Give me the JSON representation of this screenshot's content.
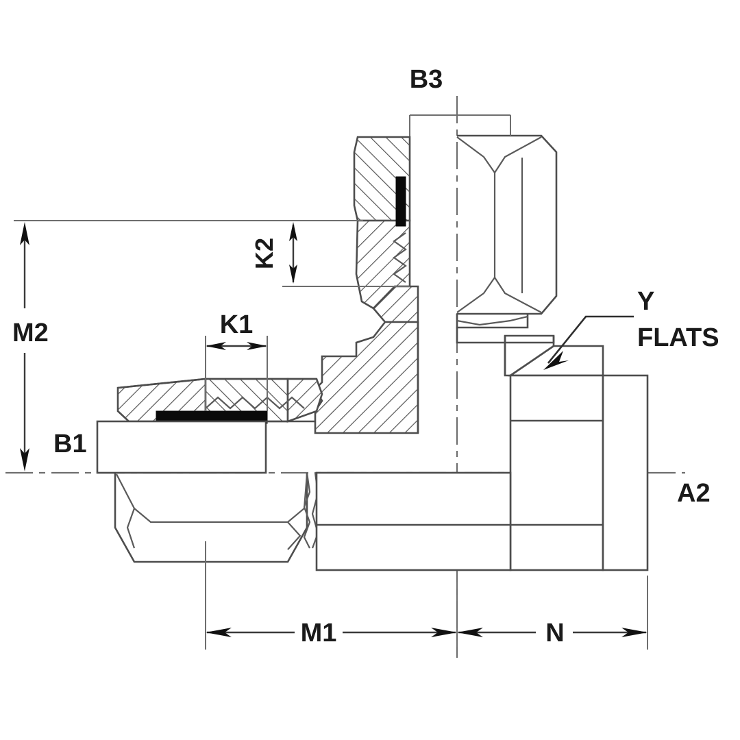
{
  "drawing": {
    "title": "Hydraulic 90-degree elbow adapter fitting cross-section dimension drawing",
    "background_color": "#ffffff",
    "line_color": "#4d4d4d",
    "text_color": "#1a1a1a",
    "dimension_labels": [
      {
        "id": "B3",
        "text": "B3",
        "orientation": "horizontal",
        "description": "top vertical branch port width callout"
      },
      {
        "id": "K2",
        "text": "K2",
        "orientation": "vertical-rotated",
        "description": "vertical branch nut shoulder height"
      },
      {
        "id": "M2",
        "text": "M2",
        "orientation": "horizontal",
        "description": "overall height from centerline to top of vertical nut"
      },
      {
        "id": "K1",
        "text": "K1",
        "orientation": "horizontal",
        "description": "horizontal nut thread engagement length"
      },
      {
        "id": "B1",
        "text": "B1",
        "orientation": "horizontal",
        "description": "left side port body width callout"
      },
      {
        "id": "Y",
        "text": "Y",
        "orientation": "horizontal",
        "description": "wrench flats callout line 1"
      },
      {
        "id": "FLATS",
        "text": "FLATS",
        "orientation": "horizontal",
        "description": "wrench flats callout line 2"
      },
      {
        "id": "A2",
        "text": "A2",
        "orientation": "horizontal",
        "description": "right side port thread callout"
      },
      {
        "id": "M1",
        "text": "M1",
        "orientation": "horizontal",
        "description": "length from left hex end to vertical centerline"
      },
      {
        "id": "N",
        "text": "N",
        "orientation": "horizontal",
        "description": "length from vertical centerline to right port end"
      }
    ]
  }
}
